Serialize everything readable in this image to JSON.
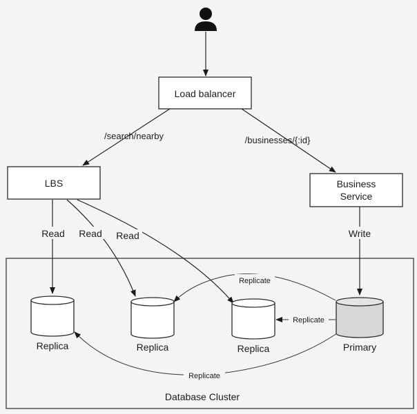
{
  "nodes": {
    "load_balancer": "Load balancer",
    "lbs": "LBS",
    "business_service_line1": "Business",
    "business_service_line2": "Service"
  },
  "edges": {
    "search_nearby": "/search/nearby",
    "businesses_id": "/businesses/{:id}",
    "read_1": "Read",
    "read_2": "Read",
    "read_3": "Read",
    "write": "Write",
    "replicate_top": "Replicate",
    "replicate_mid": "Replicate",
    "replicate_bottom": "Replicate"
  },
  "databases": {
    "replica_1": "Replica",
    "replica_2": "Replica",
    "replica_3": "Replica",
    "primary": "Primary"
  },
  "cluster": {
    "label": "Database Cluster"
  }
}
